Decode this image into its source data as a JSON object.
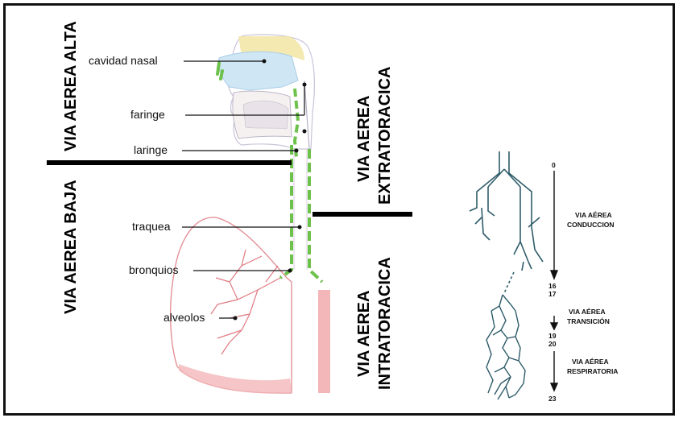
{
  "labels": {
    "cavidad_nasal": "cavidad nasal",
    "faringe": "faringe",
    "laringe": "laringe",
    "traquea": "traquea",
    "bronquios": "bronquios",
    "alveolos": "alveolos"
  },
  "regions": {
    "alta": "VIA AEREA ALTA",
    "baja": "VIA AEREA BAJA",
    "extra_1": "VIA AEREA",
    "extra_2": "EXTRATORACICA",
    "intra_1": "VIA AEREA",
    "intra_2": "INTRATORACICA"
  },
  "zones": {
    "conduccion_1": "VIA AÉREA",
    "conduccion_2": "CONDUCCION",
    "transicion_1": "VIA AÉREA",
    "transicion_2": "TRANSICIÓN",
    "respiratoria_1": "VIA AÉREA",
    "respiratoria_2": "RESPIRATORIA"
  },
  "generations": {
    "g0": "0",
    "g16": "16",
    "g17": "17",
    "g19": "19",
    "g20": "20",
    "g23": "23"
  },
  "colors": {
    "airway_green": "#6dc24b",
    "nasal_blue": "#cfe6f5",
    "bone_yellow": "#f2e7a8",
    "lung_pink": "#f3b7b9",
    "tree_teal": "#2f5c6a"
  }
}
